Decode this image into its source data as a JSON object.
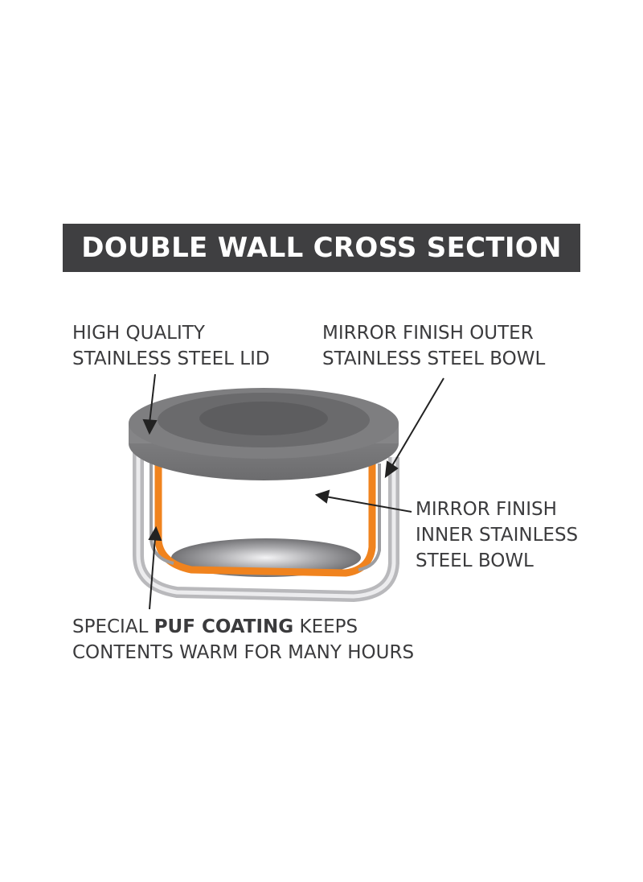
{
  "title": "DOUBLE WALL CROSS SECTION",
  "labels": {
    "lid": {
      "line1": "HIGH QUALITY",
      "line2": "STAINLESS STEEL LID"
    },
    "outer_bowl": {
      "line1": "MIRROR FINISH OUTER",
      "line2": "STAINLESS STEEL BOWL"
    },
    "inner_bowl": {
      "line1": "MIRROR FINISH",
      "line2": "INNER STAINLESS",
      "line3": "STEEL BOWL"
    },
    "puf": {
      "line1_prefix": "SPECIAL ",
      "line1_bold": "PUF COATING",
      "line1_suffix": " KEEPS",
      "line2": "CONTENTS WARM FOR MANY HOURS"
    }
  },
  "colors": {
    "title_background": "#3f3f41",
    "title_text": "#ffffff",
    "label_text": "#3b3b3d",
    "puf_coating": "#f0831e",
    "lid": "#7b7b7d",
    "steel": "#d2d2d4"
  }
}
